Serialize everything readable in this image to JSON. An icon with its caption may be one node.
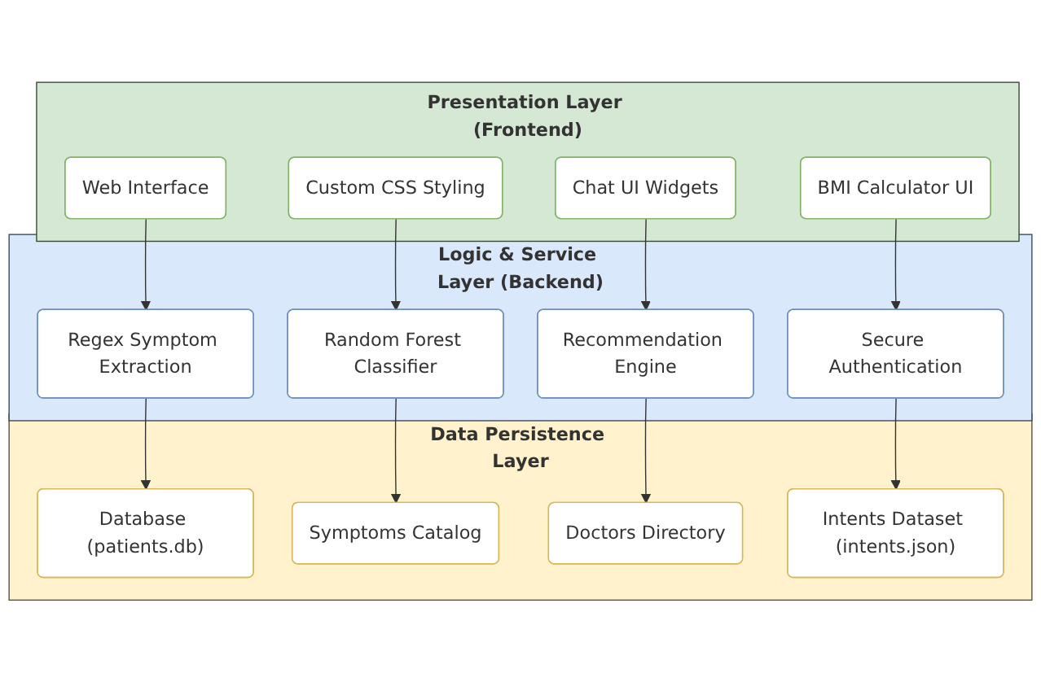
{
  "diagram": {
    "nodes": [
      {
        "text": [
          "Presentation Layer (Frontend)"
        ]
      },
      {
        "text": [
          "Web Interface"
        ],
        "in": 0
      },
      {
        "text": [
          "Custom CSS Styling"
        ],
        "in": 0
      },
      {
        "text": [
          "Chat UI Widgets"
        ],
        "in": 0
      },
      {
        "text": [
          "BMI Calculator UI"
        ],
        "in": 0
      },
      {
        "text": [
          "Logic & Service Layer (Backend)"
        ]
      },
      {
        "text": [
          "Regex Symptom Extraction"
        ],
        "in": 5
      },
      {
        "text": [
          "Random Forest Classifier"
        ],
        "in": 5
      },
      {
        "text": [
          "Recommendation Engine"
        ],
        "in": 5
      },
      {
        "text": [
          "Secure Authentication"
        ],
        "in": 5
      },
      {
        "text": [
          "Data Persistence Layer"
        ]
      },
      {
        "text": [
          "Database (patients.db)"
        ],
        "in": 10
      },
      {
        "text": [
          "Symptoms Catalog"
        ],
        "in": 10
      },
      {
        "text": [
          "Doctors Directory"
        ],
        "in": 10
      },
      {
        "text": [
          "Intents Dataset (intents.json)"
        ],
        "in": 10
      }
    ],
    "edges": [
      {
        "from": 1,
        "to": 6,
        "arrow": "to"
      },
      {
        "from": 2,
        "to": 7,
        "arrow": "to"
      },
      {
        "from": 3,
        "to": 8,
        "arrow": "to"
      },
      {
        "from": 4,
        "to": 9,
        "arrow": "to"
      },
      {
        "from": 6,
        "to": 11,
        "arrow": "to"
      },
      {
        "from": 7,
        "to": 12,
        "arrow": "to"
      },
      {
        "from": 8,
        "to": 13,
        "arrow": "to"
      },
      {
        "from": 9,
        "to": 14,
        "arrow": "to"
      }
    ]
  }
}
